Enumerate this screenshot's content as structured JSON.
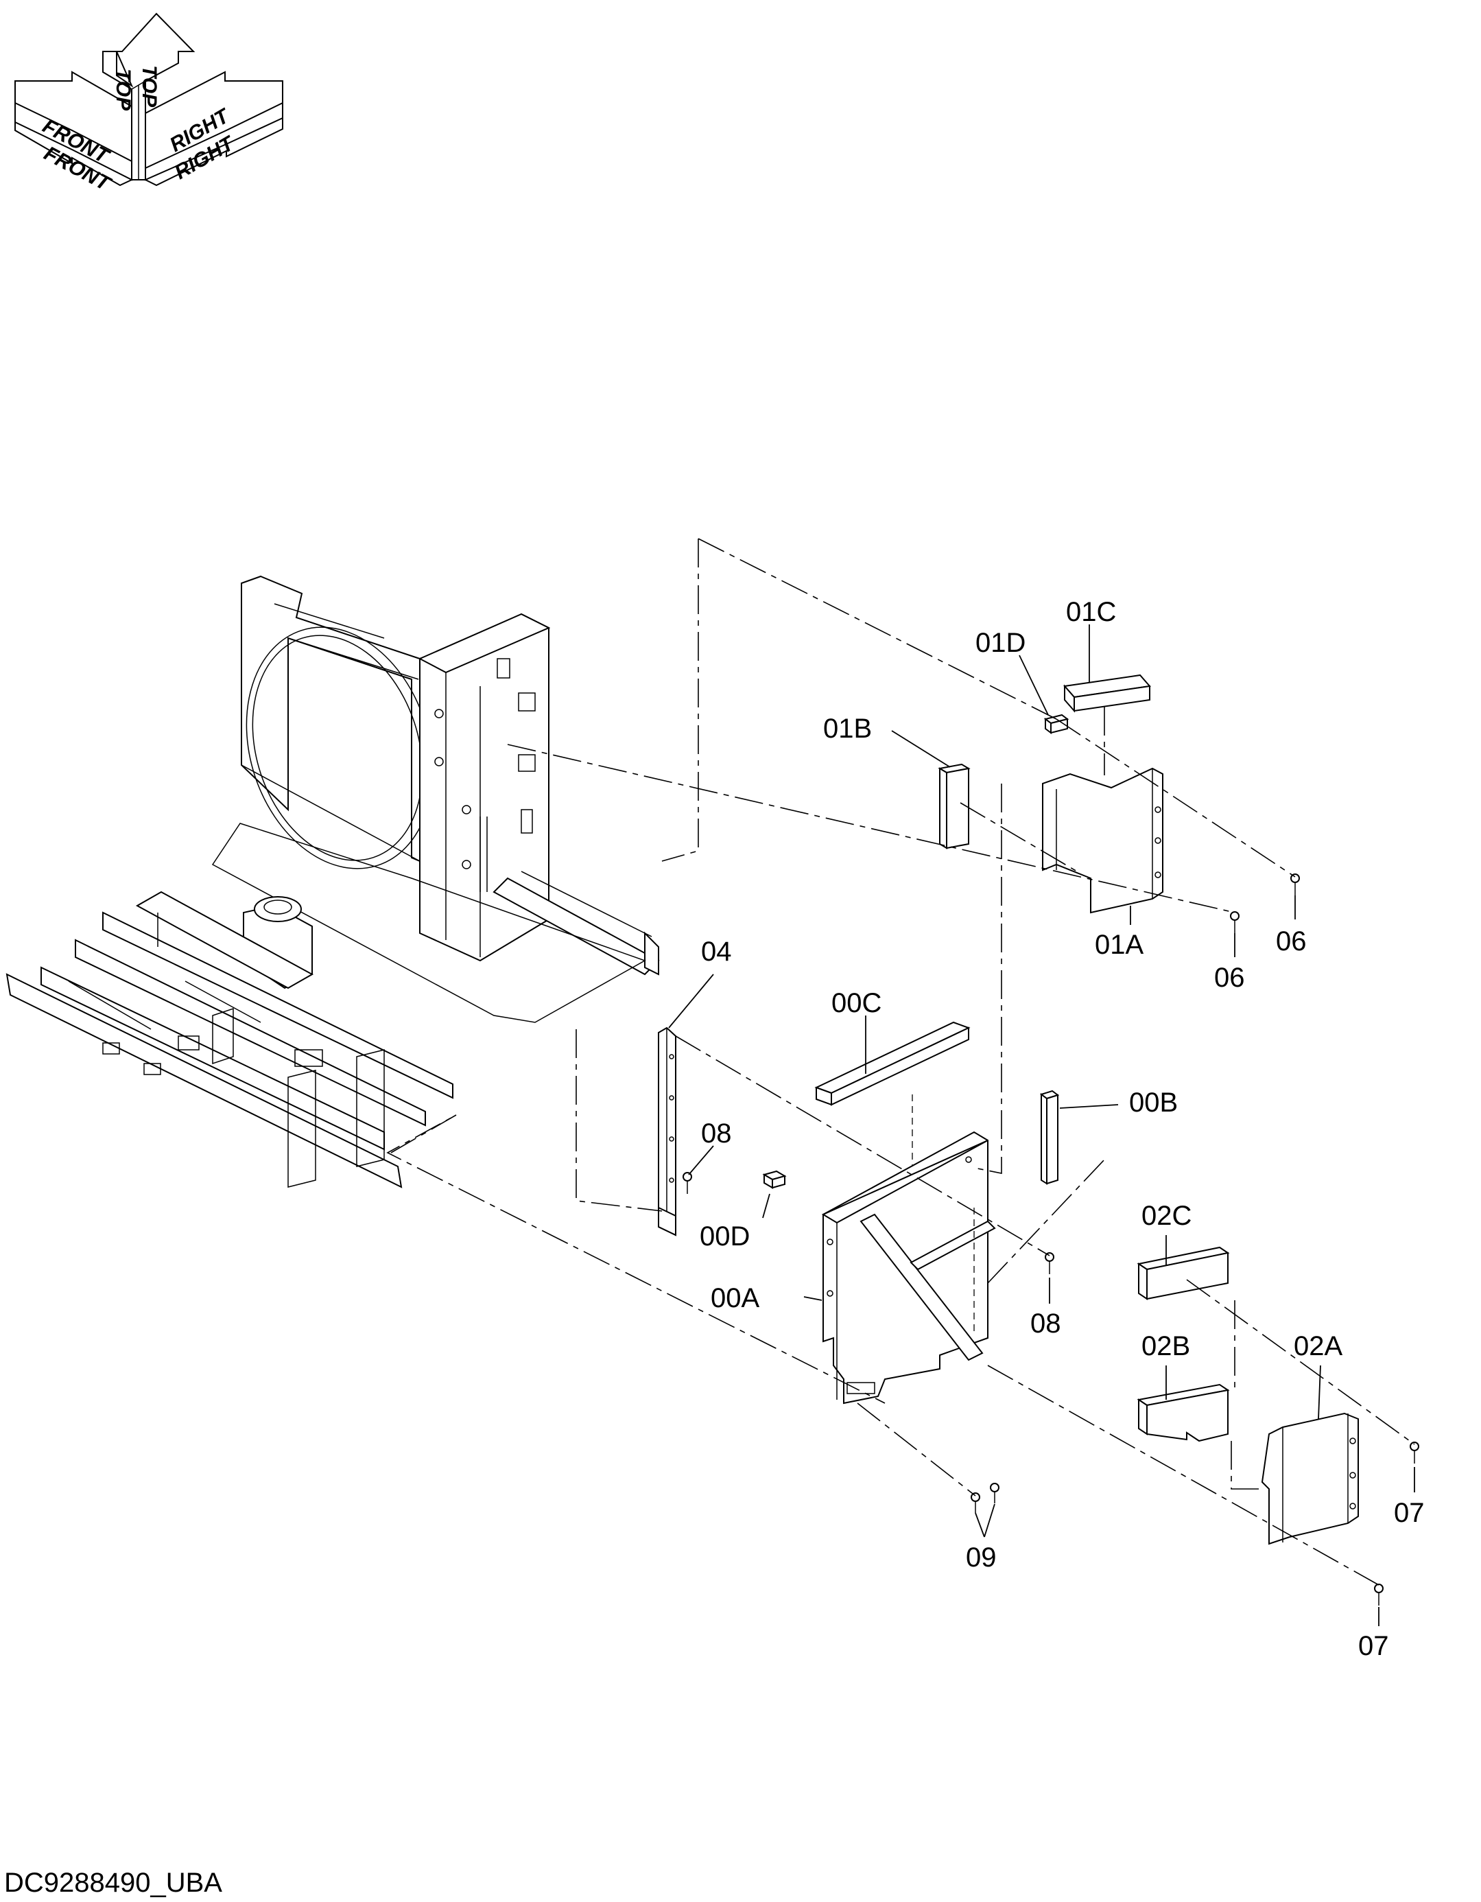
{
  "orientation": {
    "front": "FRONT",
    "top": "TOP",
    "right": "RIGHT"
  },
  "labels": {
    "p01C": "01C",
    "p01D": "01D",
    "p01B": "01B",
    "p01A": "01A",
    "p06a": "06",
    "p06b": "06",
    "p04": "04",
    "p00C": "00C",
    "p00B": "00B",
    "p08a": "08",
    "p00D": "00D",
    "p00A": "00A",
    "p08b": "08",
    "p02C": "02C",
    "p02B": "02B",
    "p02A": "02A",
    "p07a": "07",
    "p07b": "07",
    "p09": "09"
  },
  "drawing_code": "DC9288490_UBA"
}
